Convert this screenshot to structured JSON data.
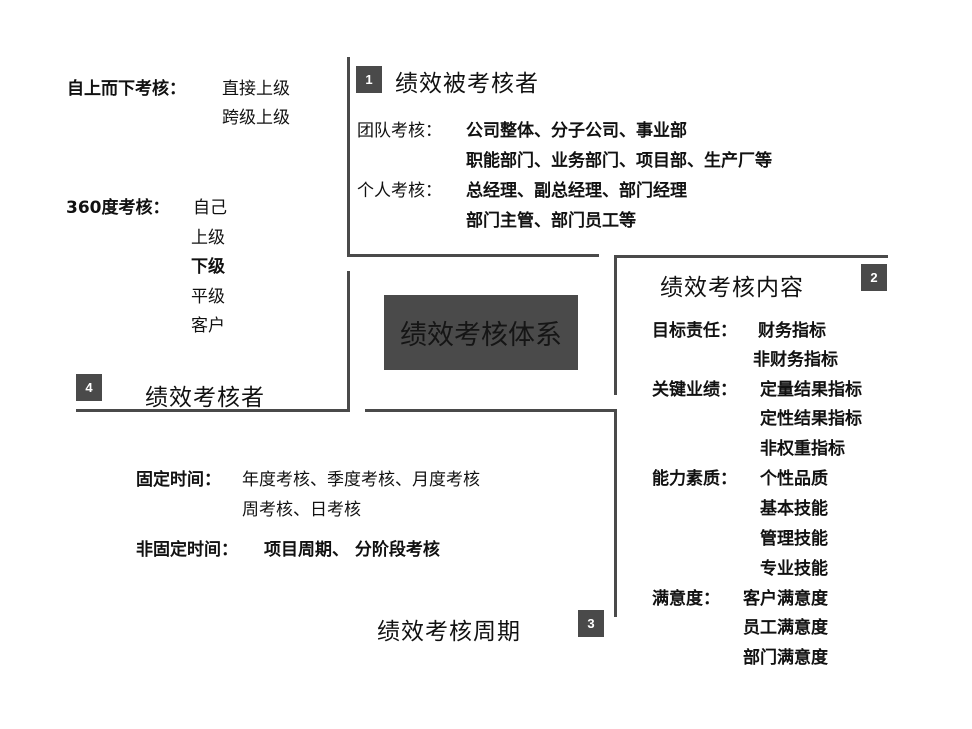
{
  "center": {
    "title": "绩效考核体系"
  },
  "quadrants": {
    "q1": {
      "badge": "1",
      "title": "绩效被考核者",
      "rows": [
        {
          "label": "团队考核：",
          "lines": [
            "公司整体、分子公司、事业部",
            "职能部门、业务部门、项目部、生产厂等"
          ]
        },
        {
          "label": "个人考核：",
          "lines": [
            "总经理、副总经理、部门经理",
            "部门主管、部门员工等"
          ]
        }
      ]
    },
    "q2": {
      "badge": "2",
      "title": "绩效考核内容",
      "rows": [
        {
          "label": "目标责任：",
          "lines": [
            "财务指标",
            "非财务指标"
          ]
        },
        {
          "label": "关键业绩：",
          "lines": [
            "定量结果指标",
            "定性结果指标",
            "非权重指标"
          ]
        },
        {
          "label": "能力素质：",
          "lines": [
            "个性品质",
            "基本技能",
            "管理技能",
            "专业技能"
          ]
        },
        {
          "label": "满意度：",
          "lines": [
            "客户满意度",
            "员工满意度",
            "部门满意度"
          ]
        }
      ]
    },
    "q3": {
      "badge": "3",
      "title": "绩效考核周期",
      "rows": [
        {
          "label": "固定时间：",
          "lines": [
            "年度考核、季度考核、月度考核",
            "周考核、日考核"
          ]
        },
        {
          "label": "非固定时间：",
          "lines": [
            "项目周期、 分阶段考核"
          ]
        }
      ]
    },
    "q4": {
      "badge": "4",
      "title": "绩效考核者",
      "rows": [
        {
          "label": "自上而下考核：",
          "lines": [
            "直接上级",
            "跨级上级"
          ]
        },
        {
          "label": "360度考核：",
          "lines": [
            "自己",
            "上级",
            "下级",
            "平级",
            "客户"
          ]
        }
      ]
    }
  },
  "colors": {
    "line": "#4a4a4a",
    "badge_bg": "#4a4a4a",
    "badge_text": "#ffffff",
    "center_bg": "#4a4a4a",
    "text": "#111111"
  }
}
